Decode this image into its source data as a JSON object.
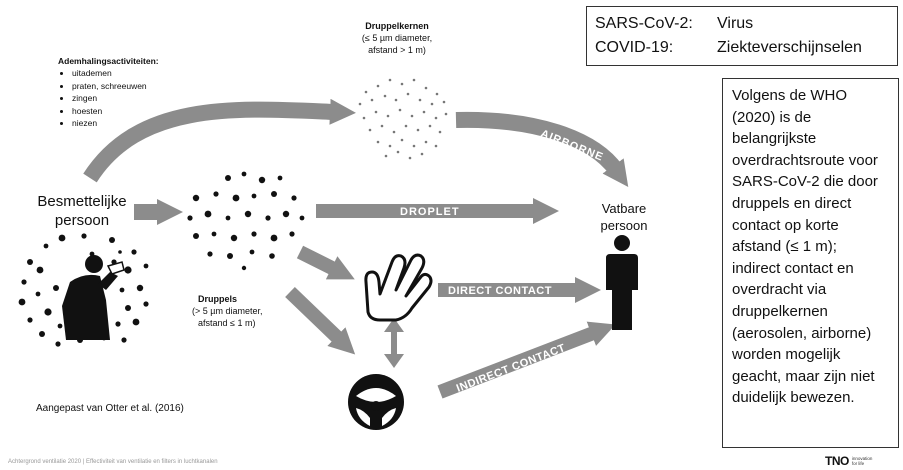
{
  "definitions": [
    {
      "term": "SARS-CoV-2:",
      "meaning": "Virus"
    },
    {
      "term": "COVID-19:",
      "meaning": "Ziekteverschijnselen"
    }
  ],
  "who_note": "Volgens de WHO (2020) is de belangrijkste overdrachtsroute voor SARS-CoV-2 die door druppels en direct contact op korte afstand (≤ 1 m); indirect contact en overdracht via druppelkernen (aerosolen, airborne) worden mogelijk geacht, maar zijn niet duidelijk bewezen.",
  "activities": {
    "title": "Ademhalingsactiviteiten:",
    "items": [
      "uitademen",
      "praten, schreeuwen",
      "zingen",
      "hoesten",
      "niezen"
    ]
  },
  "druppelkernen": {
    "title": "Druppelkernen",
    "detail1": "(≤ 5 µm diameter,",
    "detail2": "afstand > 1 m)"
  },
  "druppels": {
    "title": "Druppels",
    "detail1": "(> 5 µm diameter,",
    "detail2": "afstand ≤ 1 m)"
  },
  "source_person": {
    "line1": "Besmettelijke",
    "line2": "persoon"
  },
  "target_person": {
    "line1": "Vatbare",
    "line2": "persoon"
  },
  "routes": {
    "airborne": "AIRBORNE",
    "droplet": "DROPLET",
    "direct": "DIRECT CONTACT",
    "indirect": "INDIRECT CONTACT"
  },
  "citation": "Aangepast van Otter et al. (2016)",
  "footer_text": "Achtergrond ventilatie 2020 | Effectiviteit van ventilatie en filters in luchtkanalen",
  "logo": {
    "brand": "TNO",
    "tagline1": "innovation",
    "tagline2": "for life"
  },
  "colors": {
    "arrow": "#8c8c8c",
    "text": "#111111"
  }
}
